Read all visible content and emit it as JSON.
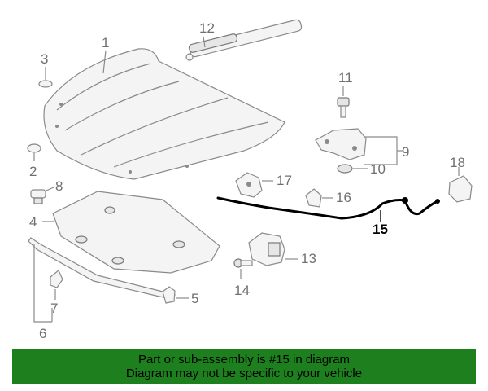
{
  "callouts": {
    "c1": "1",
    "c2": "2",
    "c3": "3",
    "c4": "4",
    "c5": "5",
    "c6": "6",
    "c7": "7",
    "c8": "8",
    "c9": "9",
    "c10": "10",
    "c11": "11",
    "c12": "12",
    "c13": "13",
    "c14": "14",
    "c15": "15",
    "c16": "16",
    "c17": "17",
    "c18": "18"
  },
  "highlight_part": "15",
  "colors": {
    "banner": "#1e7f1e",
    "callout": "#707070",
    "highlight": "#000000"
  },
  "banner": {
    "line1": "Part or sub-assembly is #15 in diagram",
    "line2": "Diagram may not be specific to your vehicle"
  }
}
